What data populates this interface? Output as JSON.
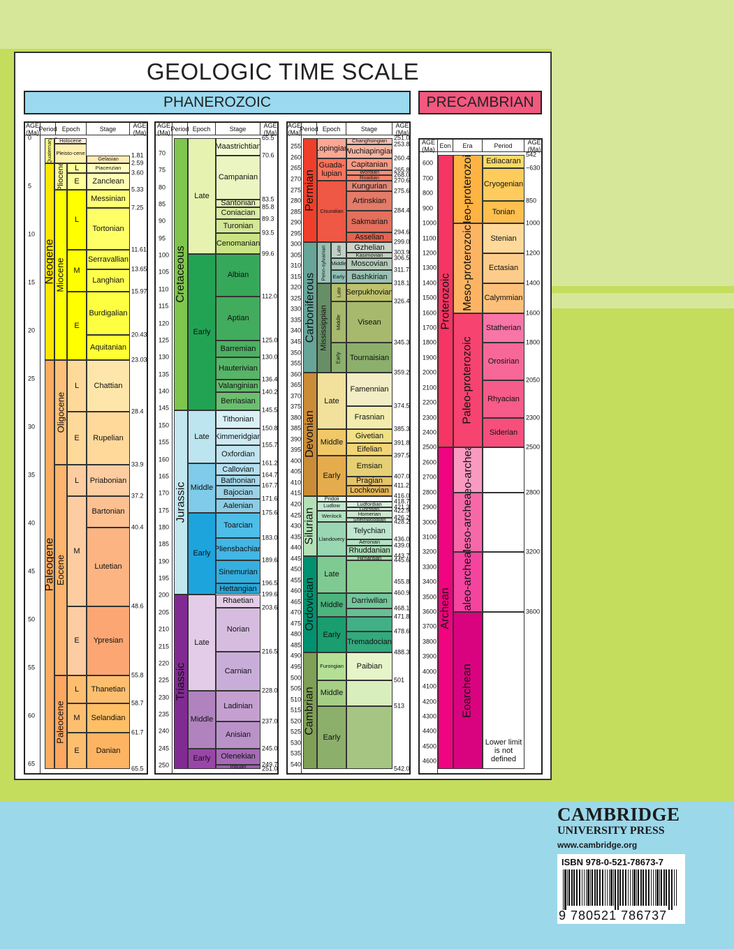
{
  "title": "GEOLOGIC TIME SCALE",
  "banners": {
    "phanerozoic": "PHANEROZOIC",
    "precambrian": "PRECAMBRIAN"
  },
  "colors": {
    "background_green": "#c4dd5c",
    "background_blue": "#9bd8ea",
    "neogene": "#ffe600",
    "paleogene": "#fdab5f",
    "cretaceous": "#7fc64e",
    "jurassic": "#34b2c9",
    "triassic": "#812b92",
    "permian": "#ef3f2b",
    "carboniferous": "#67a599",
    "devonian": "#cb8c37",
    "silurian": "#b3e1b6",
    "ordovician": "#009270",
    "cambrian": "#7fa056",
    "proterozoic": "#f73563",
    "archean": "#f0047f"
  },
  "headers": {
    "age": "AGE (Ma)",
    "period": "Period",
    "epoch": "Epoch",
    "stage": "Stage",
    "eon": "Eon",
    "era": "Era",
    "period_pc": "Period"
  },
  "cenozoic": {
    "title": "CENOZOIC",
    "ticks": [
      "0",
      "5",
      "10",
      "15",
      "20",
      "25",
      "30",
      "35",
      "40",
      "45",
      "50",
      "55",
      "60",
      "65"
    ],
    "periods": [
      "Neogene",
      "Paleogene"
    ],
    "quaternary": "Quaternary",
    "epochs": [
      "Holocene",
      "Pleisto-cene",
      "Pliocene",
      "Miocene",
      "Oligocene",
      "Eocene",
      "Paleocene"
    ],
    "subepochs": [
      "L",
      "E",
      "L",
      "M",
      "E",
      "L",
      "E",
      "L",
      "M",
      "E",
      "L",
      "M",
      "E"
    ],
    "stages": [
      "Gelasian",
      "Piacenzian",
      "Zanclean",
      "Messinian",
      "Tortonian",
      "Serravallian",
      "Langhian",
      "Burdigalian",
      "Aquitanian",
      "Chattian",
      "Rupelian",
      "Priabonian",
      "Bartonian",
      "Lutetian",
      "Ypresian",
      "Thanetian",
      "Selandian",
      "Danian"
    ],
    "boundaries": [
      "1.81",
      "2.59",
      "3.60",
      "5.33",
      "7.25",
      "11.61",
      "13.65",
      "15.97",
      "20.43",
      "23.03",
      "28.4",
      "33.9",
      "37.2",
      "40.4",
      "48.6",
      "55.8",
      "58.7",
      "61.7",
      "65.5"
    ]
  },
  "mesozoic": {
    "title": "MESOZOIC",
    "ticks": [
      "70",
      "75",
      "80",
      "85",
      "90",
      "95",
      "100",
      "105",
      "110",
      "115",
      "120",
      "125",
      "130",
      "135",
      "140",
      "145",
      "150",
      "155",
      "160",
      "165",
      "170",
      "175",
      "180",
      "185",
      "190",
      "195",
      "200",
      "205",
      "210",
      "215",
      "220",
      "225",
      "230",
      "235",
      "240",
      "245",
      "250"
    ],
    "periods": [
      "Cretaceous",
      "Jurassic",
      "Triassic"
    ],
    "epochs": [
      "Late",
      "Early",
      "Late",
      "Middle",
      "Early",
      "Late",
      "Middle",
      "Early"
    ],
    "stages": [
      "Maastrichtian",
      "Campanian",
      "Santonian",
      "Coniacian",
      "Turonian",
      "Cenomanian",
      "Albian",
      "Aptian",
      "Barremian",
      "Hauterivian",
      "Valanginian",
      "Berriasian",
      "Tithonian",
      "Kimmeridgian",
      "Oxfordian",
      "Callovian",
      "Bathonian",
      "Bajocian",
      "Aalenian",
      "Toarcian",
      "Pliensbachian",
      "Sinemurian",
      "Hettangian",
      "Rhaetian",
      "Norian",
      "Carnian",
      "Ladinian",
      "Anisian",
      "Olenekian",
      "Induan"
    ],
    "boundaries": [
      "65.5",
      "70.6",
      "83.5",
      "85.8",
      "89.3",
      "93.5",
      "99.6",
      "112.0",
      "125.0",
      "130.0",
      "136.4",
      "140.2",
      "145.5",
      "150.8",
      "155.7",
      "161.2",
      "164.7",
      "167.7",
      "171.6",
      "175.6",
      "183.0",
      "189.6",
      "196.5",
      "199.6",
      "203.6",
      "216.5",
      "228.0",
      "237.0",
      "245.0",
      "249.7",
      "251.0"
    ]
  },
  "paleozoic": {
    "title": "PALEOZOIC",
    "ticks": [
      "255",
      "260",
      "265",
      "270",
      "275",
      "280",
      "285",
      "290",
      "295",
      "300",
      "305",
      "310",
      "315",
      "320",
      "325",
      "330",
      "335",
      "340",
      "345",
      "350",
      "355",
      "360",
      "365",
      "370",
      "375",
      "380",
      "385",
      "390",
      "395",
      "400",
      "405",
      "410",
      "415",
      "420",
      "425",
      "430",
      "435",
      "440",
      "445",
      "450",
      "455",
      "460",
      "465",
      "470",
      "475",
      "480",
      "485",
      "490",
      "495",
      "500",
      "505",
      "510",
      "515",
      "520",
      "525",
      "530",
      "535",
      "540"
    ],
    "periods": [
      "Permian",
      "Carboniferous",
      "Devonian",
      "Silurian",
      "Ordovician",
      "Cambrian"
    ],
    "subperiods": [
      "Penn-sylvanian",
      "Mississippian"
    ],
    "epochs": [
      "Lopingian",
      "Guada-lupian",
      "Cisuralian",
      "Late",
      "Middle",
      "Early",
      "Late",
      "Middle",
      "Early",
      "Late",
      "Middle",
      "Early",
      "Pridoli",
      "Ludlow",
      "Wenlock",
      "Llandovery",
      "Late",
      "Middle",
      "Early",
      "Furongian",
      "Middle",
      "Early"
    ],
    "stages": [
      "Changhsingian",
      "Wuchiapingian",
      "Capitanian",
      "Wordian",
      "Roadian",
      "Kungurian",
      "Artinskian",
      "Sakmarian",
      "Asselian",
      "Gzhelian",
      "Kasimovian",
      "Moscovian",
      "Bashkirian",
      "Serpukhovian",
      "Visean",
      "Tournaisian",
      "Famennian",
      "Frasnian",
      "Givetian",
      "Eifelian",
      "Emsian",
      "Pragian",
      "Lochkovian",
      "Ludfordian",
      "Gorstian",
      "Homerian",
      "Sheinwoodian",
      "Telychian",
      "Aeronian",
      "Rhuddanian",
      "Hirnantian",
      "Darriwilian",
      "Tremadocian",
      "Paibian"
    ],
    "boundaries": [
      "251.0",
      "253.8",
      "260.4",
      "265.8",
      "268.0",
      "270.6",
      "275.6",
      "284.4",
      "294.6",
      "299.0",
      "303.9",
      "306.5",
      "311.7",
      "318.1",
      "326.4",
      "345.3",
      "359.2",
      "374.5",
      "385.3",
      "391.8",
      "397.5",
      "407.0",
      "411.2",
      "416.0",
      "418.7",
      "421.3",
      "422.9",
      "426.2",
      "428.2",
      "436.0",
      "439.0",
      "443.7",
      "445.6",
      "455.8",
      "460.9",
      "468.1",
      "471.8",
      "478.6",
      "488.3",
      "501",
      "513",
      "542.0"
    ]
  },
  "precambrian": {
    "title": "PRECAMBRIAN",
    "ticks": [
      "600",
      "700",
      "800",
      "900",
      "1000",
      "1100",
      "1200",
      "1300",
      "1400",
      "1500",
      "1600",
      "1700",
      "1800",
      "1900",
      "2000",
      "2100",
      "2200",
      "2300",
      "2400",
      "2500",
      "2600",
      "2700",
      "2800",
      "2900",
      "3000",
      "3100",
      "3200",
      "3300",
      "3400",
      "3500",
      "3600",
      "3700",
      "3800",
      "3900",
      "4000",
      "4100",
      "4200",
      "4300",
      "4400",
      "4500",
      "4600"
    ],
    "eons": [
      "Proterozoic",
      "Archean"
    ],
    "eras": [
      "Neo-proterozoic",
      "Meso-proterozoic",
      "Paleo-proterozoic",
      "Neo-archean",
      "Meso-archean",
      "Paleo-archean",
      "Eoarchean"
    ],
    "periods": [
      "Ediacaran",
      "Cryogenian",
      "Tonian",
      "Stenian",
      "Ectasian",
      "Calymmian",
      "Statherian",
      "Orosirian",
      "Rhyacian",
      "Siderian"
    ],
    "boundaries": [
      "542",
      "~630",
      "850",
      "1000",
      "1200",
      "1400",
      "1600",
      "1800",
      "2050",
      "2300",
      "2500",
      "2800",
      "3200",
      "3600"
    ],
    "note": "Lower limit is not defined"
  },
  "publisher": {
    "name": "CAMBRIDGE",
    "sub": "UNIVERSITY PRESS",
    "url": "www.cambridge.org",
    "isbn": "ISBN 978-0-521-78673-7",
    "barcode_digits": "9 780521 786737"
  }
}
